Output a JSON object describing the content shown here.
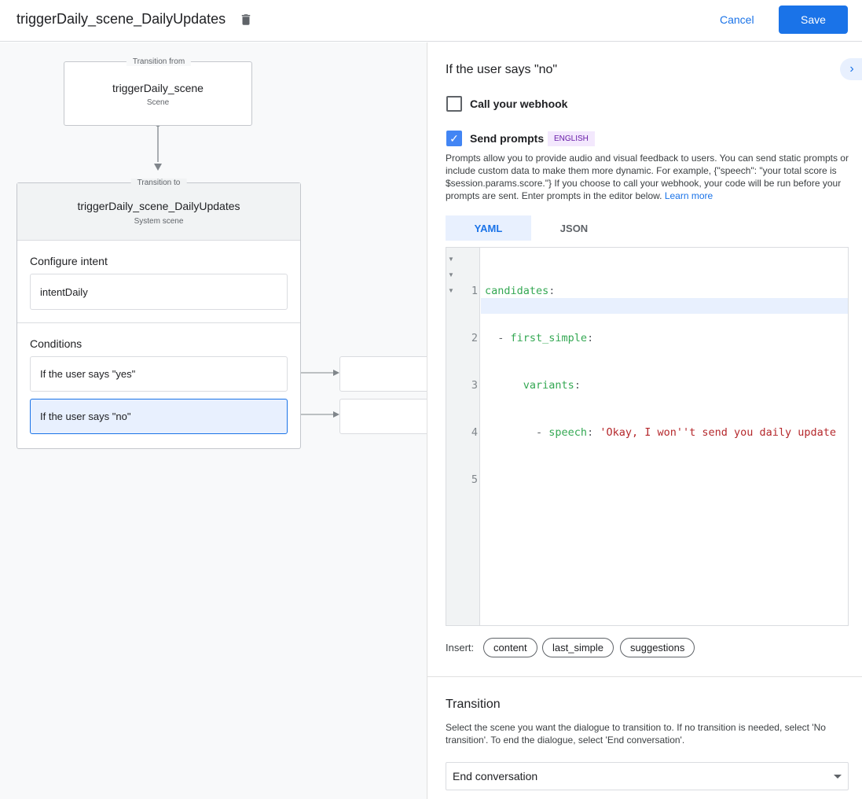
{
  "header": {
    "title": "triggerDaily_scene_DailyUpdates",
    "cancel_label": "Cancel",
    "save_label": "Save"
  },
  "canvas": {
    "from": {
      "legend": "Transition from",
      "name": "triggerDaily_scene",
      "type": "Scene"
    },
    "to": {
      "legend": "Transition to",
      "name": "triggerDaily_scene_DailyUpdates",
      "type": "System scene"
    },
    "intent": {
      "label": "Configure intent",
      "value": "intentDaily"
    },
    "conditions": {
      "label": "Conditions",
      "items": [
        {
          "label": "If the user says \"yes\"",
          "selected": false
        },
        {
          "label": "If the user says \"no\"",
          "selected": true
        }
      ]
    }
  },
  "panel": {
    "title": "If the user says \"no\"",
    "webhook": {
      "label": "Call your webhook",
      "checked": false
    },
    "prompts": {
      "label": "Send prompts",
      "checked": true,
      "badge": "ENGLISH",
      "description": "Prompts allow you to provide audio and visual feedback to users. You can send static prompts or include custom data to make them more dynamic. For example, {\"speech\": \"your total score is $session.params.score.\"} If you choose to call your webhook, your code will be run before your prompts are sent. Enter prompts in the editor below.",
      "learn_more": "Learn more"
    },
    "tabs": [
      {
        "label": "YAML",
        "active": true
      },
      {
        "label": "JSON",
        "active": false
      }
    ],
    "editor": {
      "line_numbers": [
        "1",
        "2",
        "3",
        "4",
        "5"
      ],
      "lines": [
        {
          "indent": "",
          "key": "candidates",
          "sep": ":",
          "value": ""
        },
        {
          "indent": "  - ",
          "key": "first_simple",
          "sep": ":",
          "value": ""
        },
        {
          "indent": "      ",
          "key": "variants",
          "sep": ":",
          "value": ""
        },
        {
          "indent": "        - ",
          "key": "speech",
          "sep": ": ",
          "value": "'Okay, I won''t send you daily update"
        },
        {
          "indent": "",
          "key": "",
          "sep": "",
          "value": ""
        }
      ]
    },
    "insert": {
      "label": "Insert:",
      "chips": [
        "content",
        "last_simple",
        "suggestions"
      ]
    },
    "transition": {
      "title": "Transition",
      "description": "Select the scene you want the dialogue to transition to. If no transition is needed, select 'No transition'. To end the dialogue, select 'End conversation'.",
      "selected": "End conversation"
    }
  },
  "colors": {
    "accent": "#1a73e8",
    "selected_condition": "#e8f0fe",
    "badge_bg": "#f3e8fd",
    "badge_text": "#681da8"
  }
}
